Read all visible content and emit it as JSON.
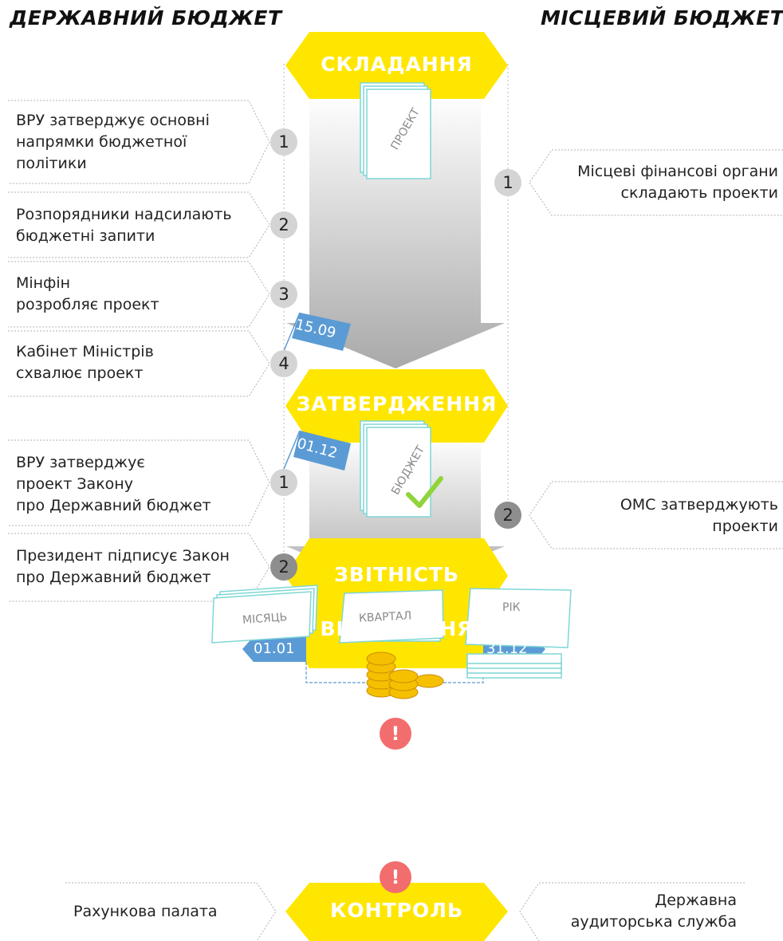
{
  "headers": {
    "state": "ДЕРЖАВНИЙ БЮДЖЕТ",
    "local": "МІСЦЕВИЙ БЮДЖЕТ"
  },
  "stages": {
    "compile": "СКЛАДАННЯ",
    "approve": "ЗАТВЕРДЖЕННЯ",
    "execute": "ВИКОНАННЯ",
    "report": "ЗВІТНІСТЬ",
    "control": "КОНТРОЛЬ"
  },
  "documents": {
    "project": "ПРОЕКТ",
    "budget": "БЮДЖЕТ"
  },
  "compile_state": [
    {
      "num": "1",
      "text": "ВРУ затверджує основні\nнапрямки бюджетної\nполітики"
    },
    {
      "num": "2",
      "text": "Розпорядники надсилають\nбюджетні запити"
    },
    {
      "num": "3",
      "text": "Мінфін\nрозробляє проект"
    },
    {
      "num": "4",
      "text": "Кабінет Міністрів\nсхвалює проект"
    }
  ],
  "compile_local": {
    "num": "1",
    "text": "Місцеві фінансові органи\nскладають проекти"
  },
  "approve_state": [
    {
      "num": "1",
      "text": "ВРУ затверджує\nпроект Закону\nпро Державний бюджет"
    },
    {
      "num": "2",
      "text": "Президент підписує Закон\nпро Державний бюджет"
    }
  ],
  "approve_local": {
    "num": "2",
    "text": "ОМС затверджують\nпроекти"
  },
  "dates": {
    "d1509": "15.09",
    "d0112": "01.12",
    "d0101": "01.01",
    "d3112": "31.12"
  },
  "reports": {
    "month": "МІСЯЦЬ",
    "quarter": "КВАРТАЛ",
    "year": "РІК"
  },
  "alert_symbol": "!",
  "control": {
    "left": "Рахункова палата",
    "right": "Державна\nаудиторська служба"
  },
  "colors": {
    "yellow": "#ffe600",
    "blue": "#5b9bd5",
    "teal": "#7fd6d6",
    "green": "#8fd43a",
    "red": "#f26d6d",
    "gold": "#f5c000"
  }
}
